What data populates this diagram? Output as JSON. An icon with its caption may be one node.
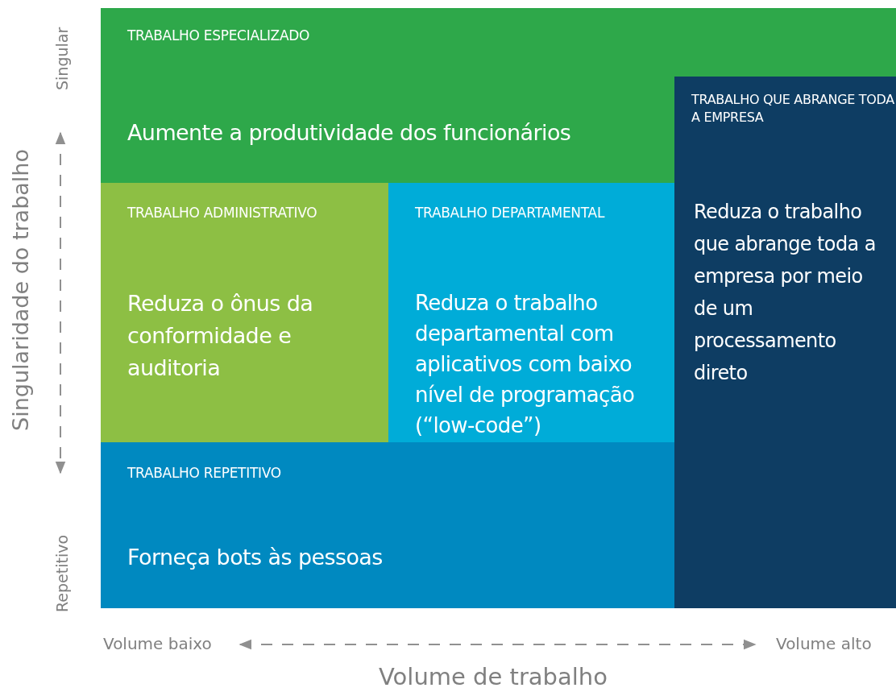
{
  "diagram": {
    "nodes": [
      {
        "text": [
          "TRABALHO ESPECIALIZADO",
          "Aumente a produtividade dos funcionários"
        ]
      },
      {
        "text": [
          "TRABALHO QUE ABRANGE TODA A EMPRESA",
          "Reduza o trabalho que abrange toda a empresa por meio de um processamento direto"
        ]
      },
      {
        "text": [
          "TRABALHO ADMINISTRATIVO",
          "Reduza o ônus da conformidade e auditoria"
        ]
      },
      {
        "text": [
          "TRABALHO DEPARTAMENTAL",
          "Reduza o trabalho departamental com aplicativos com baixo nível de programação (“low-code”)"
        ]
      },
      {
        "text": [
          "TRABALHO REPETITIVO",
          "Forneça bots às pessoas"
        ]
      }
    ],
    "labels": [
      "Singular",
      "Singularidade do trabalho",
      "Repetitivo",
      "Volume baixo",
      "Volume alto",
      "Volume de trabalho"
    ]
  }
}
